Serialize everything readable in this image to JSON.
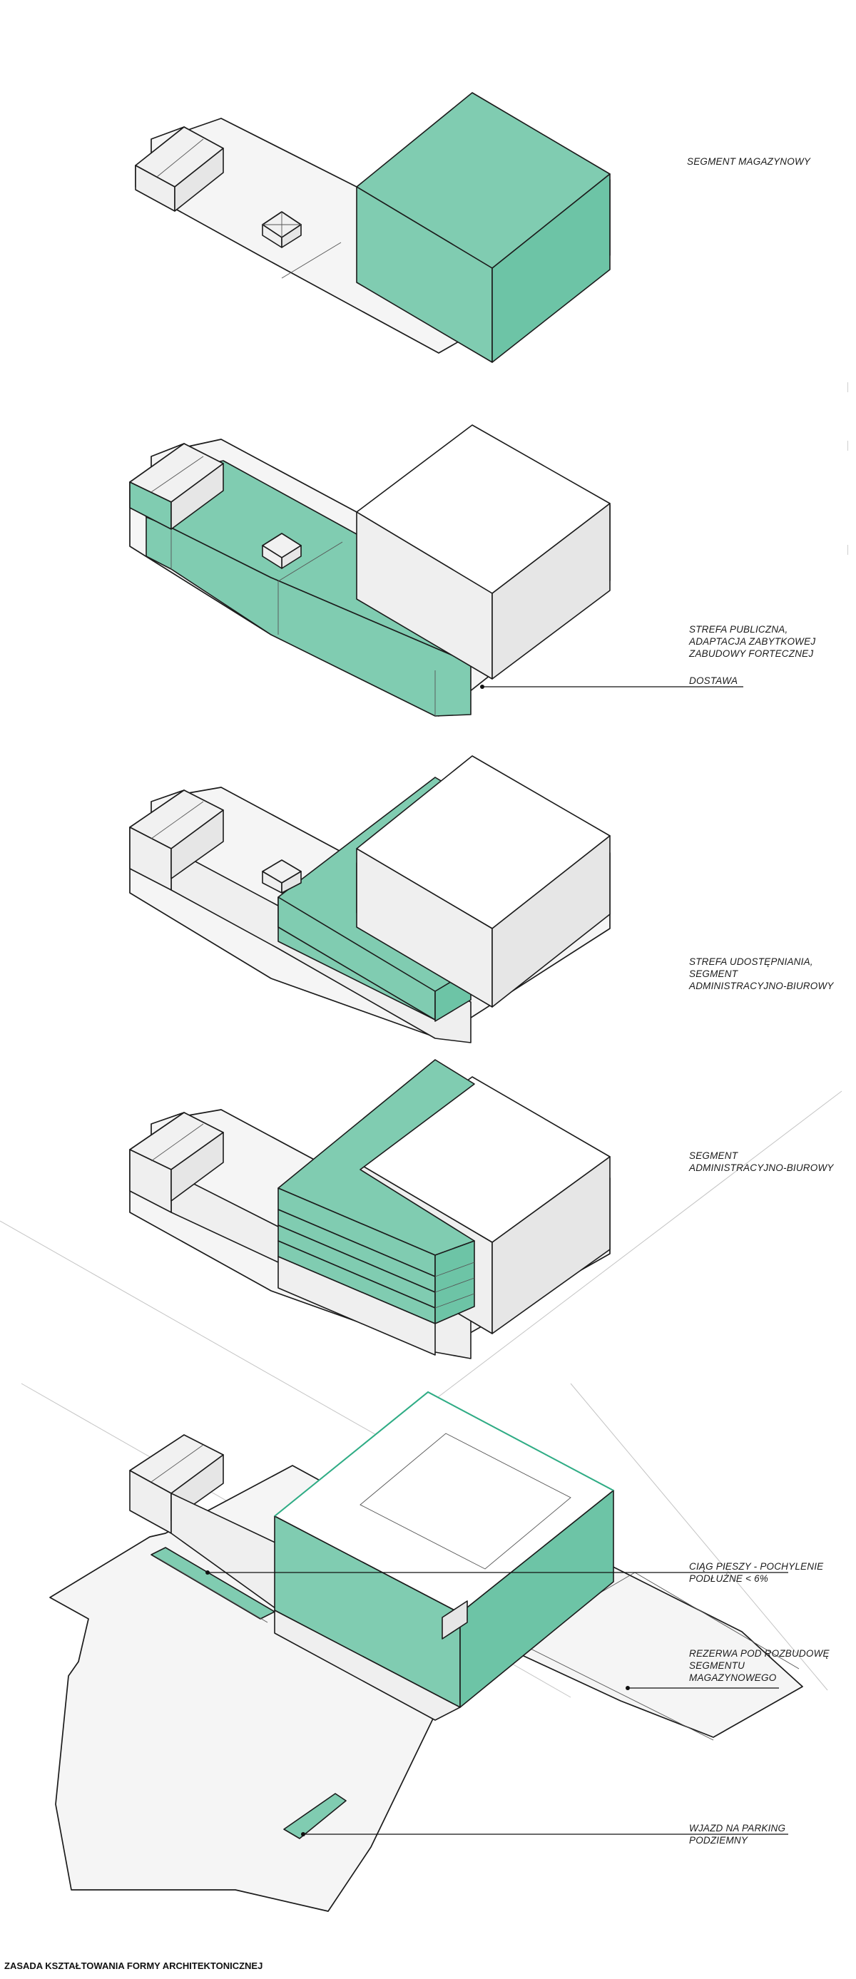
{
  "diagram": {
    "labels": {
      "segment_magazynowy": "SEGMENT MAGAZYNOWY",
      "strefa_publiczna": [
        "STREFA PUBLICZNA,",
        "ADAPTACJA ZABYTKOWEJ",
        "ZABUDOWY FORTECZNEJ"
      ],
      "dostawa": "DOSTAWA",
      "strefa_udostepniania": [
        "STREFA UDOSTĘPNIANIA,",
        "SEGMENT",
        "ADMINISTRACYJNO-BIUROWY"
      ],
      "segment_admin": [
        "SEGMENT",
        "ADMINISTRACYJNO-BIUROWY"
      ],
      "ciag_pieszy": [
        "CIĄG PIESZY - POCHYLENIE",
        "PODŁUŻNE < 6%"
      ],
      "rezerwa": [
        "REZERWA POD ROZBUDOWĘ",
        "SEGMENTU",
        "MAGAZYNOWEGO"
      ],
      "wjazd": [
        "WJAZD NA PARKING",
        "PODZIEMNY"
      ]
    },
    "caption": "ZASADA KSZTAŁTOWANIA FORMY ARCHITEKTONICZNEJ",
    "colors": {
      "accent": "#80ccb1",
      "accent_dark": "#6dc4a6",
      "line": "#1b1b1b",
      "paper": "#f5f5f5"
    }
  }
}
